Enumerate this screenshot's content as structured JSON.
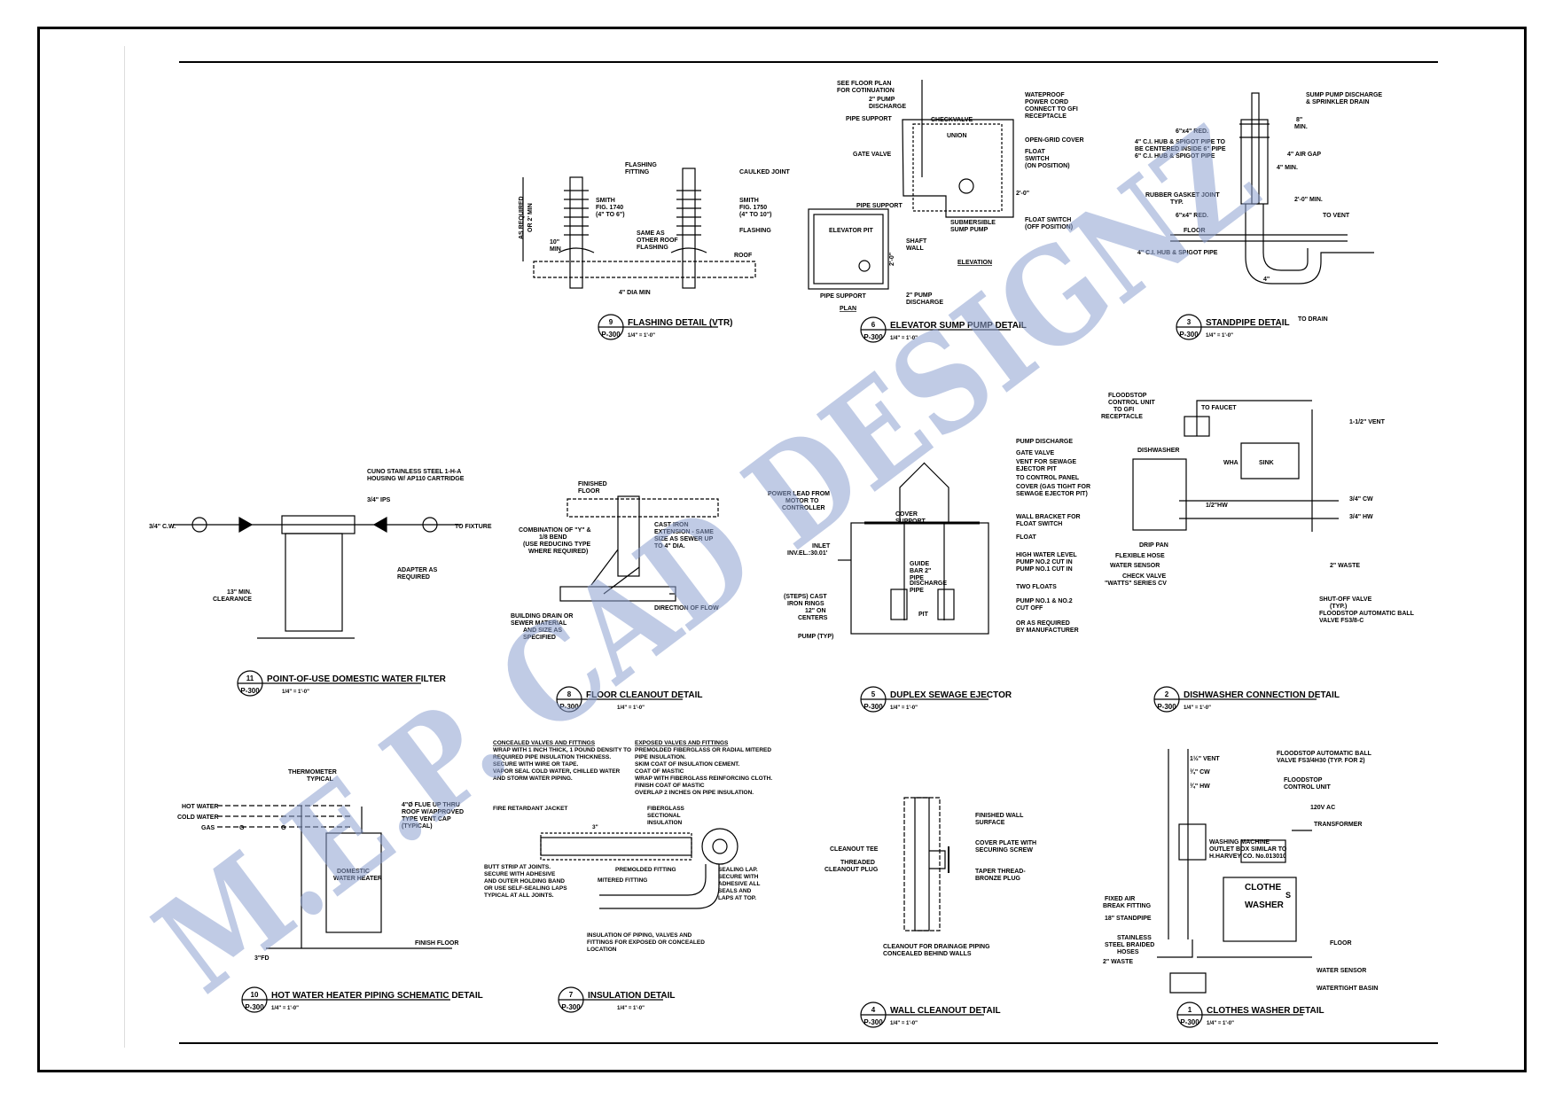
{
  "watermark": "M.E.P. CAD DESIGNZ",
  "sheet": "P-300",
  "details": [
    {
      "num": "9",
      "title": "FLASHING DETAIL (VTR)",
      "scale": "1/4\" = 1'-0\"",
      "notes": [
        "FLASHING",
        "FITTING",
        "CAULKED JOINT",
        "SMITH",
        "FIG. 1740",
        "(4\" TO 6\")",
        "SMITH",
        "FIG. 1750",
        "(4\" TO 10\")",
        "SAME AS",
        "OTHER ROOF",
        "FLASHING",
        "FLASHING",
        "ROOF",
        "4\" DIA MIN",
        "AS REQUIRED",
        "OR 2' MIN",
        "10\"",
        "MIN"
      ]
    },
    {
      "num": "6",
      "title": "ELEVATOR SUMP PUMP DETAIL",
      "scale": "1/4\" = 1'-0\"",
      "notes": [
        "SEE FLOOR PLAN",
        "FOR COTINUATION",
        "2\" PUMP",
        "DISCHARGE",
        "PIPE SUPPORT",
        "GATE VALVE",
        "CHECKVALVE",
        "UNION",
        "WATEPROOF",
        "POWER CORD",
        "CONNECT TO GFI",
        "RECEPTACLE",
        "OPEN-GRID COVER",
        "FLOAT",
        "SWITCH",
        "(ON POSITION)",
        "2'-0\"",
        "PIPE SUPPORT",
        "SUBMERSIBLE",
        "SUMP PUMP",
        "FLOAT SWITCH",
        "(OFF POSITION)",
        "ELEVATOR PIT",
        "SHAFT",
        "WALL",
        "ELEVATION",
        "PIPE SUPPORT",
        "2\" PUMP",
        "DISCHARGE",
        "PLAN",
        "2'-0\""
      ]
    },
    {
      "num": "3",
      "title": "STANDPIPE DETAIL",
      "scale": "1/4\" = 1'-0\"",
      "notes": [
        "SUMP PUMP DISCHARGE",
        "& SPRINKLER DRAIN",
        "6\"x4\" RED.",
        "4\" C.I. HUB & SPIGOT PIPE TO",
        "BE CENTERED INSIDE 6\" PIPE",
        "6\" C.I. HUB & SPIGOT PIPE",
        "8\"",
        "MIN.",
        "4\" AIR GAP",
        "4\" MIN.",
        "RUBBER GASKET JOINT",
        "TYP.",
        "2'-0\" MIN.",
        "6\"x4\" RED.",
        "TO VENT",
        "FLOOR",
        "4\" C.I. HUB & SPIGOT PIPE",
        "4\"",
        "TO DRAIN"
      ]
    },
    {
      "num": "11",
      "title": "POINT-OF-USE DOMESTIC WATER FILTER",
      "scale": "1/4\" = 1'-0\"",
      "notes": [
        "CUNO STAINLESS STEEL 1-H-A",
        "HOUSING W/ AP110 CARTRIDGE",
        "3/4\" IPS",
        "3/4\" C.W.",
        "TO FIXTURE",
        "ADAPTER AS",
        "REQUIRED",
        "13\" MIN.",
        "CLEARANCE"
      ]
    },
    {
      "num": "8",
      "title": "FLOOR CLEANOUT DETAIL",
      "scale": "1/4\" = 1'-0\"",
      "notes": [
        "FINISHED",
        "FLOOR",
        "CAST IRON",
        "EXTENSION - SAME",
        "SIZE AS SEWER UP",
        "TO 4\" DIA.",
        "COMBINATION OF \"Y\" &",
        "1/8 BEND",
        "(USE REDUCING TYPE",
        "WHERE REQUIRED)",
        "DIRECTION OF FLOW",
        "BUILDING DRAIN OR",
        "SEWER MATERIAL",
        "AND SIZE AS",
        "SPECIFIED"
      ]
    },
    {
      "num": "5",
      "title": "DUPLEX SEWAGE EJECTOR",
      "scale": "1/4\" = 1'-0\"",
      "notes": [
        "PUMP DISCHARGE",
        "GATE VALVE",
        "VENT FOR SEWAGE",
        "EJECTOR PIT",
        "TO CONTROL PANEL",
        "COVER (GAS TIGHT FOR",
        "SEWAGE EJECTOR PIT)",
        "POWER LEAD FROM",
        "MOTOR TO",
        "CONTROLLER",
        "WALL BRACKET FOR",
        "FLOAT SWITCH",
        "INLET",
        "INV.EL.:30.01'",
        "COVER",
        "SUPPORT",
        "FLOAT",
        "GUIDE",
        "BAR 2\"",
        "PIPE",
        "HIGH WATER LEVEL",
        "PUMP NO.2 CUT IN",
        "PUMP NO.1 CUT IN",
        "DISCHARGE",
        "PIPE",
        "TWO FLOATS",
        "(STEPS) CAST",
        "IRON RINGS",
        "12\" ON",
        "CENTERS",
        "PUMP NO.1 & NO.2",
        "CUT OFF",
        "PIT",
        "OR AS REQUIRED",
        "BY MANUFACTURER",
        "PUMP (TYP)"
      ]
    },
    {
      "num": "2",
      "title": "DISHWASHER CONNECTION DETAIL",
      "scale": "1/4\" = 1'-0\"",
      "notes": [
        "FLOODSTOP",
        "CONTROL UNIT",
        "TO GFI",
        "RECEPTACLE",
        "TO FAUCET",
        "1-1/2\" VENT",
        "DISHWASHER",
        "WHA",
        "SINK",
        "1/2\"HW",
        "3/4\" CW",
        "3/4\" HW",
        "2\" WASTE",
        "DRIP PAN",
        "FLEXIBLE HOSE",
        "WATER SENSOR",
        "CHECK VALVE",
        "\"WATTS\" SERIES CV",
        "SHUT-OFF VALVE",
        "(TYP.)",
        "FLOODSTOP AUTOMATIC BALL",
        "VALVE FS3/8-C"
      ]
    },
    {
      "num": "10",
      "title": "HOT WATER HEATER PIPING SCHEMATIC DETAIL",
      "scale": "1/4\" = 1'-0\"",
      "notes": [
        "THERMOMETER",
        "TYPICAL",
        "HOT WATER",
        "COLD WATER",
        "GAS",
        "G",
        "G",
        "4\"Ø FLUE UP THRU",
        "ROOF W/APPROVED",
        "TYPE VENT CAP",
        "(TYPICAL)",
        "DOMESTIC",
        "WATER HEATER",
        "FINISH FLOOR",
        "3\"FD"
      ]
    },
    {
      "num": "7",
      "title": "INSULATION DETAIL",
      "scale": "1/4\" = 1'-0\"",
      "notes": [
        "CONCEALED VALVES AND FITTINGS",
        "WRAP WITH 1 INCH THICK, 1 POUND DENSITY TO",
        "REQUIRED PIPE INSULATION THICKNESS.",
        "SECURE WITH WIRE OR TAPE.",
        "VAPOR SEAL COLD WATER, CHILLED WATER",
        "AND STORM WATER PIPING.",
        "EXPOSED VALVES AND FITTINGS",
        "PREMOLDED FIBERGLASS OR RADIAL MITERED",
        "PIPE INSULATION.",
        "SKIM COAT OF INSULATION CEMENT.",
        "COAT OF MASTIC",
        "WRAP WITH FIBERGLASS REINFORCING CLOTH.",
        "FINISH COAT OF MASTIC",
        "OVERLAP 2 INCHES ON PIPE INSULATION.",
        "FIRE RETARDANT JACKET",
        "FIBERGLASS",
        "SECTIONAL",
        "INSULATION",
        "3\"",
        "BUTT STRIP AT JOINTS.",
        "SECURE WITH ADHESIVE",
        "AND OUTER HOLDING BAND",
        "OR USE SELF-SEALING LAPS",
        "TYPICAL AT ALL JOINTS.",
        "PREMOLDED FITTING",
        "MITERED FITTING",
        "SEALING LAP.",
        "SECURE WITH",
        "ADHESIVE ALL",
        "SEALS AND",
        "LAPS AT TOP.",
        "INSULATION OF PIPING, VALVES AND",
        "FITTINGS FOR EXPOSED OR CONCEALED",
        "LOCATION"
      ]
    },
    {
      "num": "4",
      "title": "WALL CLEANOUT DETAIL",
      "scale": "1/4\" = 1'-0\"",
      "notes": [
        "FINISHED WALL",
        "SURFACE",
        "CLEANOUT TEE",
        "COVER PLATE WITH",
        "SECURING SCREW",
        "THREADED",
        "CLEANOUT PLUG",
        "TAPER THREAD-",
        "BRONZE PLUG",
        "CLEANOUT FOR DRAINAGE PIPING",
        "CONCEALED BEHIND WALLS"
      ]
    },
    {
      "num": "1",
      "title": "CLOTHES WASHER DETAIL",
      "scale": "1/4\" = 1'-0\"",
      "notes": [
        "FLOODSTOP AUTOMATIC BALL",
        "VALVE FS3/4H30 (TYP. FOR 2)",
        "1½\" VENT",
        "FLOODSTOP",
        "CONTROL UNIT",
        "¾\" CW",
        "¾\" HW",
        "120V AC",
        "TRANSFORMER",
        "WASHING MACHINE",
        "OUTLET BOX SIMILAR TO",
        "H.HARVEY CO. No.013010",
        "FIXED AIR",
        "BREAK FITTING",
        "18\" STANDPIPE",
        "CLOTHE",
        "S",
        "WASHER",
        "STAINLESS",
        "STEEL BRAIDED",
        "HOSES",
        "FLOOR",
        "2\" WASTE",
        "WATER SENSOR",
        "WATERTIGHT BASIN"
      ]
    }
  ]
}
